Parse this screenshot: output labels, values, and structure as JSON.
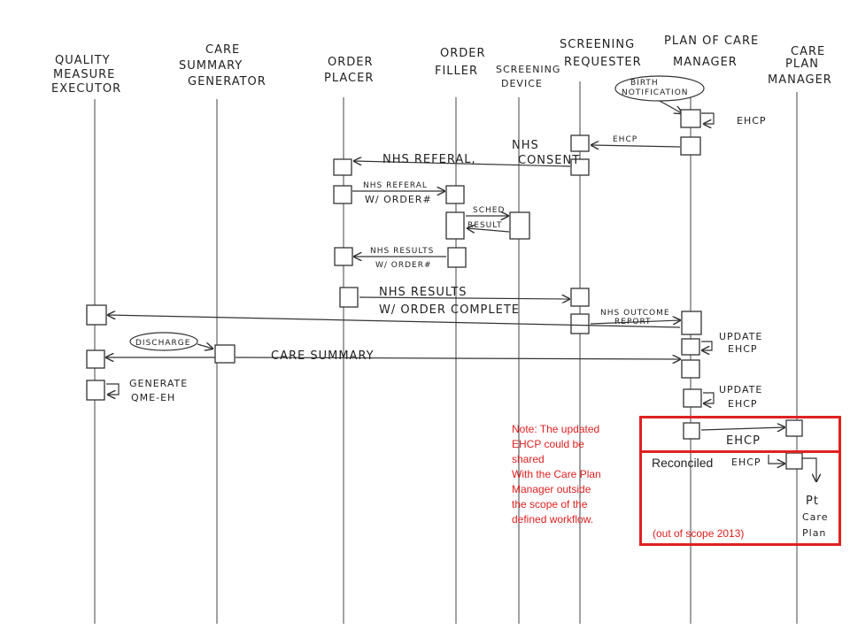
{
  "participants": [
    {
      "line1": "QUALITY",
      "line2": "MEASURE",
      "line3": "EXECUTOR"
    },
    {
      "line1": "CARE",
      "line2": "SUMMARY",
      "line3": "GENERATOR"
    },
    {
      "line1": "ORDER",
      "line2": "PLACER",
      "line3": ""
    },
    {
      "line1": "ORDER",
      "line2": "FILLER",
      "line3": ""
    },
    {
      "line1": "SCREENING",
      "line2": "DEVICE",
      "line3": ""
    },
    {
      "line1": "SCREENING",
      "line2": "REQUESTER",
      "line3": ""
    },
    {
      "line1": "PLAN OF CARE",
      "line2": "MANAGER",
      "line3": ""
    },
    {
      "line1": "CARE",
      "line2": "PLAN",
      "line3": "MANAGER"
    }
  ],
  "messages": {
    "birth_notification_1": "BIRTH",
    "birth_notification_2": "NOTIFICATION",
    "ehcp_self": "EHCP",
    "ehcp_to_requester": "EHCP",
    "nhs_referral": "NHS REFERAL,",
    "nhs_consent_1": "NHS",
    "nhs_consent_2": "CONSENT",
    "nhs_referral_order_1": "NHS REFERAL",
    "nhs_referral_order_2": "W/ ORDER#",
    "sched_1": "SCHED",
    "sched_2": "RESULT",
    "nhs_results_1": "NHS RESULTS",
    "nhs_results_2": "W/ ORDER#",
    "nhs_results_complete_1": "NHS  RESULTS",
    "nhs_results_complete_2": "W/ ORDER COMPLETE",
    "nhs_outcome_1": "NHS OUTCOME",
    "nhs_outcome_2": "REPORT",
    "discharge": "DISCHARGE",
    "care_summary": "CARE SUMMARY",
    "update_ehcp_1a": "UPDATE",
    "update_ehcp_1b": "EHCP",
    "update_ehcp_2a": "UPDATE",
    "update_ehcp_2b": "EHCP",
    "generate_1": "GENERATE",
    "generate_2": "QME-EH",
    "ehcp_to_cpm": "EHCP",
    "ehcp_reconciled": "EHCP",
    "pt_care_plan_1": "Pt",
    "pt_care_plan_2": "Care",
    "pt_care_plan_3": "Plan"
  },
  "note": {
    "lines": [
      "Note:  The updated",
      "EHCP could be",
      "shared",
      "With the Care Plan",
      "Manager outside",
      "the scope of the",
      "defined workflow."
    ]
  },
  "reconciled_label": "Reconciled",
  "out_of_scope_label": "(out of scope 2013)",
  "colors": {
    "annotation_red": "#e02020",
    "ink": "#333333"
  }
}
